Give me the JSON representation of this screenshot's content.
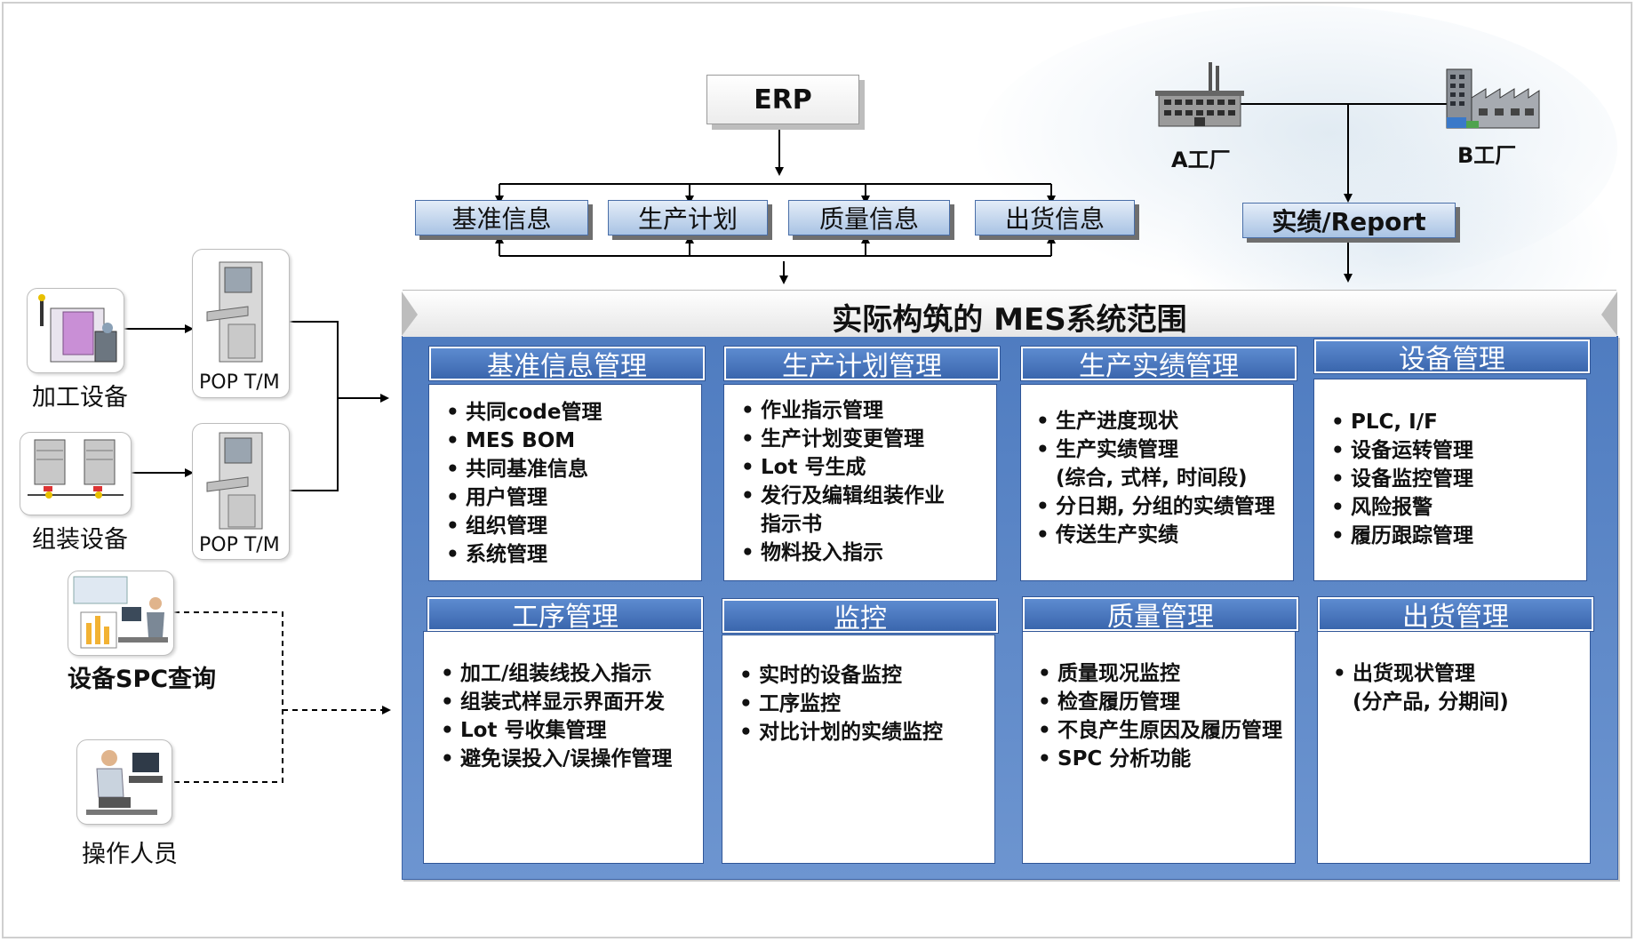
{
  "erp": "ERP",
  "info_buttons": [
    "基准信息",
    "生产计划",
    "质量信息",
    "出货信息"
  ],
  "report_button": "实绩/Report",
  "factories": {
    "a": "A工厂",
    "b": "B工厂"
  },
  "scope_title": "实际构筑的 MES系统范围",
  "modules": [
    {
      "title": "基准信息管理",
      "items": [
        "共同code管理",
        "MES BOM",
        "共同基准信息",
        "用户管理",
        "组织管理",
        "系统管理"
      ]
    },
    {
      "title": "生产计划管理",
      "items": [
        "作业指示管理",
        "生产计划变更管理",
        "Lot 号生成",
        "发行及编辑组装作业",
        "指示书",
        "物料投入指示"
      ]
    },
    {
      "title": "生产实绩管理",
      "items": [
        "生产进度现状",
        "生产实绩管理",
        "(综合, 式样, 时间段)",
        "分日期,  分组的实绩管理",
        "传送生产实绩"
      ]
    },
    {
      "title": "设备管理",
      "items": [
        "PLC, I/F",
        "设备运转管理",
        "设备监控管理",
        "风险报警",
        "履历跟踪管理"
      ]
    },
    {
      "title": "工序管理",
      "items": [
        "加工/组装线投入指示",
        "组装式样显示界面开发",
        "Lot 号收集管理",
        "避免误投入/误操作管理"
      ]
    },
    {
      "title": "监控",
      "items": [
        "实时的设备监控",
        "工序监控",
        "对比计划的实绩监控"
      ]
    },
    {
      "title": "质量管理",
      "items": [
        "质量现况监控",
        "检查履历管理",
        "不良产生原因及履历管理",
        "SPC 分析功能"
      ]
    },
    {
      "title": "出货管理",
      "items": [
        "出货现状管理",
        "(分产品,  分期间)"
      ]
    }
  ],
  "devices": {
    "machining": "加工设备",
    "assembly": "组装设备",
    "spc": "设备SPC查询",
    "operator": "操作人员",
    "pop1": "POP T/M",
    "pop2": "POP T/M"
  }
}
